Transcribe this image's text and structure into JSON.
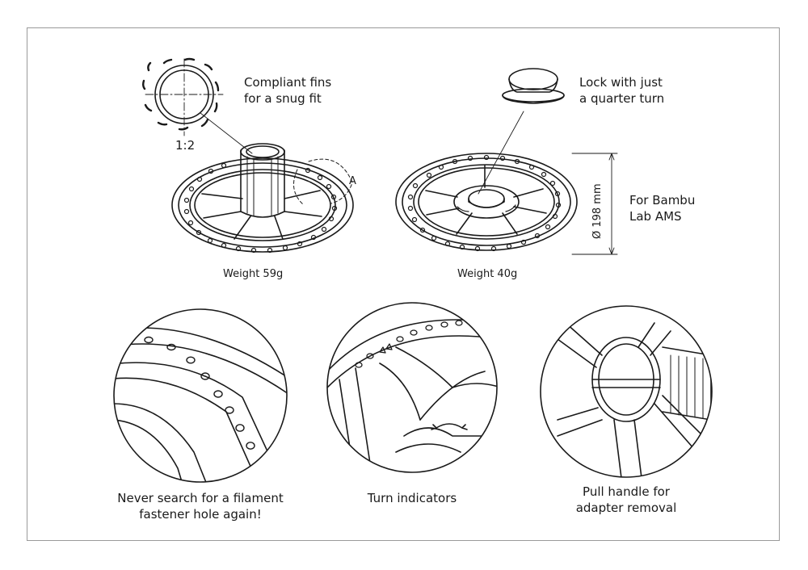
{
  "callouts": {
    "fins": "Compliant fins\nfor a snug fit",
    "lock": "Lock with just\na quarter turn",
    "scale": "1:2",
    "section_letter": "A",
    "diameter": "Ø 198 mm",
    "bambu": "For Bambu\nLab AMS",
    "weight_left": "Weight 59g",
    "weight_right": "Weight 40g",
    "detail_holes": "Never search for a filament\nfastener hole again!",
    "detail_turn": "Turn indicators",
    "detail_handle": "Pull handle for\nadapter removal"
  },
  "colors": {
    "line": "#1a1a1a",
    "frame": "#9a9a9a",
    "background": "#ffffff"
  },
  "icons": [
    "spool-with-hub",
    "spool-with-cap",
    "cap",
    "hub-top-view",
    "turn-arrow-icon"
  ]
}
